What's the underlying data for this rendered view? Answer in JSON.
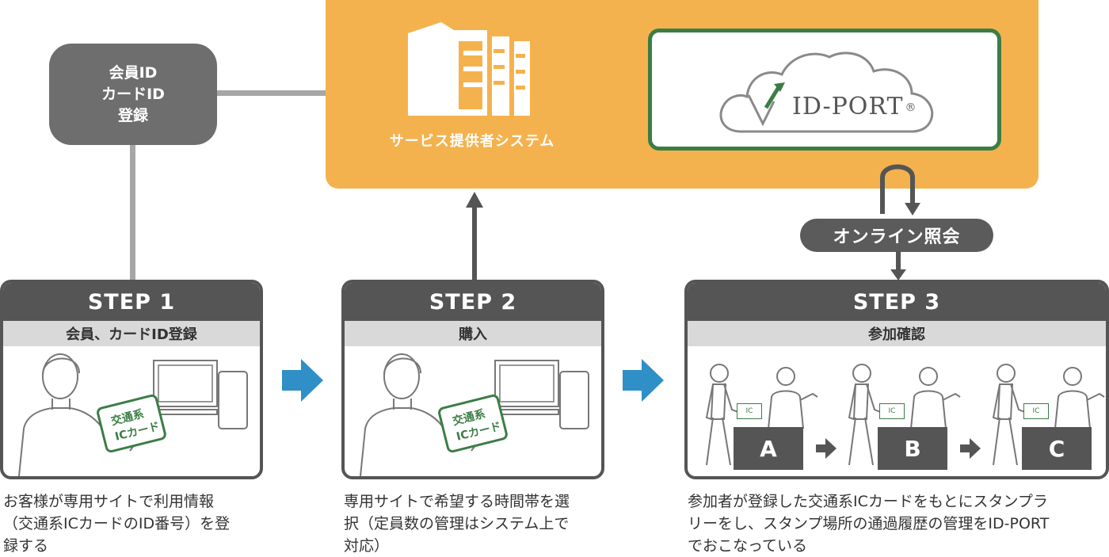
{
  "registration": {
    "lines": [
      "会員ID",
      "カードID",
      "登録"
    ]
  },
  "system": {
    "label": "サービス提供者システム",
    "logo_text": "ID-PORT",
    "logo_mark": "®"
  },
  "online_query": {
    "label": "オンライン照会"
  },
  "steps": [
    {
      "title": "STEP 1",
      "subtitle": "会員、カードID登録",
      "card_label_1": "交通系",
      "card_label_2": "ICカード",
      "description": [
        "お客様が専用サイトで利用情報",
        "（交通系ICカードのID番号）を登",
        "録する"
      ]
    },
    {
      "title": "STEP 2",
      "subtitle": "購入",
      "card_label_1": "交通系",
      "card_label_2": "ICカード",
      "description": [
        "専用サイトで希望する時間帯を選",
        "択（定員数の管理はシステム上で",
        "対応）"
      ]
    },
    {
      "title": "STEP 3",
      "subtitle": "参加確認",
      "gates": [
        "A",
        "B",
        "C"
      ],
      "ic_tag": "IC",
      "description": [
        "参加者が登録した交通系ICカードをもとにスタンプラ",
        "リーをし、スタンプ場所の通過履歴の管理をID-PORT",
        "でおこなっている"
      ]
    }
  ],
  "colors": {
    "orange": "#f4b24e",
    "green": "#3b7d45",
    "dark_gray": "#555555",
    "blue_arrow": "#2f8fc6"
  }
}
